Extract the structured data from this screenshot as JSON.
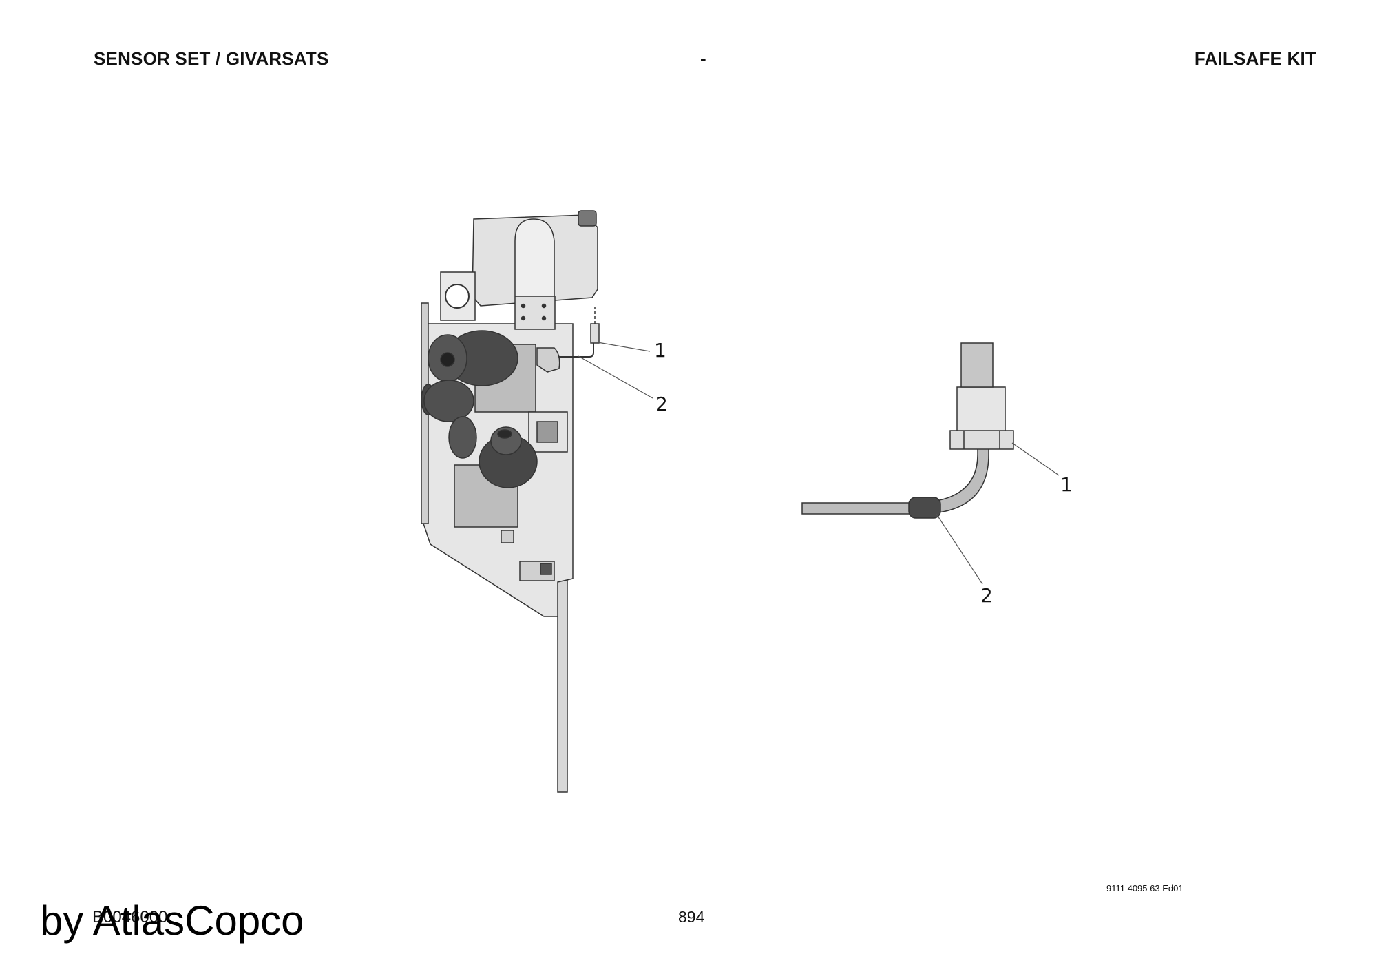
{
  "header": {
    "left": "SENSOR SET / GIVARSATS",
    "middle": "-",
    "right": "FAILSAFE KIT"
  },
  "footer": {
    "doc_code": "B0046000",
    "page_number": "894",
    "publication": "9111 4095 63 Ed01",
    "brand": "by AtlasCopco"
  },
  "callouts": {
    "left_1": "1",
    "left_2": "2",
    "right_1": "1",
    "right_2": "2"
  }
}
